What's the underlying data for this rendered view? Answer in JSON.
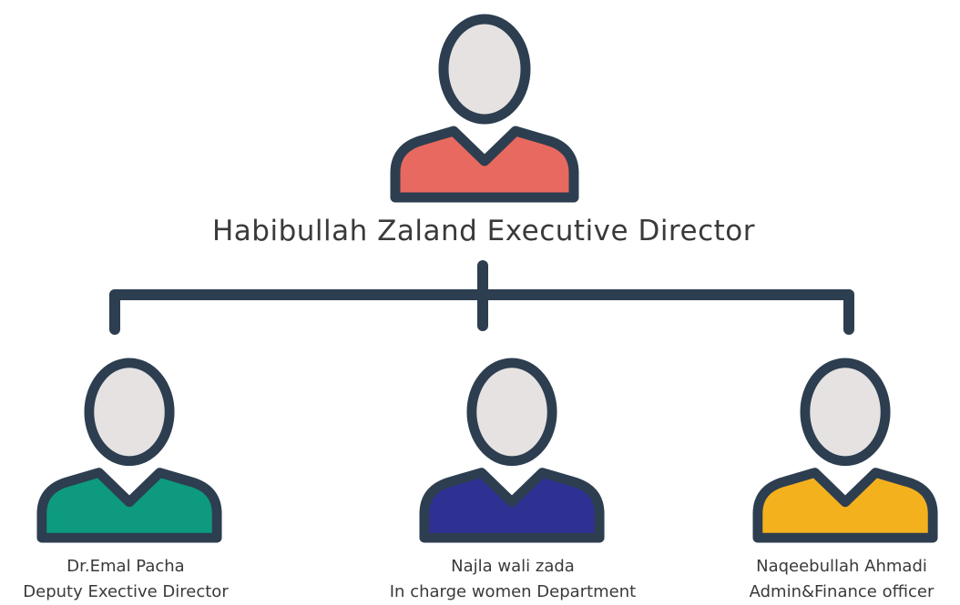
{
  "colors": {
    "outline": "#2d3e50",
    "face": "#e5e2e1",
    "director": "#e8695f",
    "deputy": "#0d9a7f",
    "women": "#2e3192",
    "finance": "#f4b11e"
  },
  "director": {
    "label": "Habibullah Zaland Executive Director"
  },
  "reports": [
    {
      "name": "Dr.Emal Pacha",
      "role": "Deputy Exective Director"
    },
    {
      "name": "Najla wali zada",
      "role": "In charge women Department"
    },
    {
      "name": "Naqeebullah Ahmadi",
      "role": "Admin&Finance officer"
    }
  ]
}
